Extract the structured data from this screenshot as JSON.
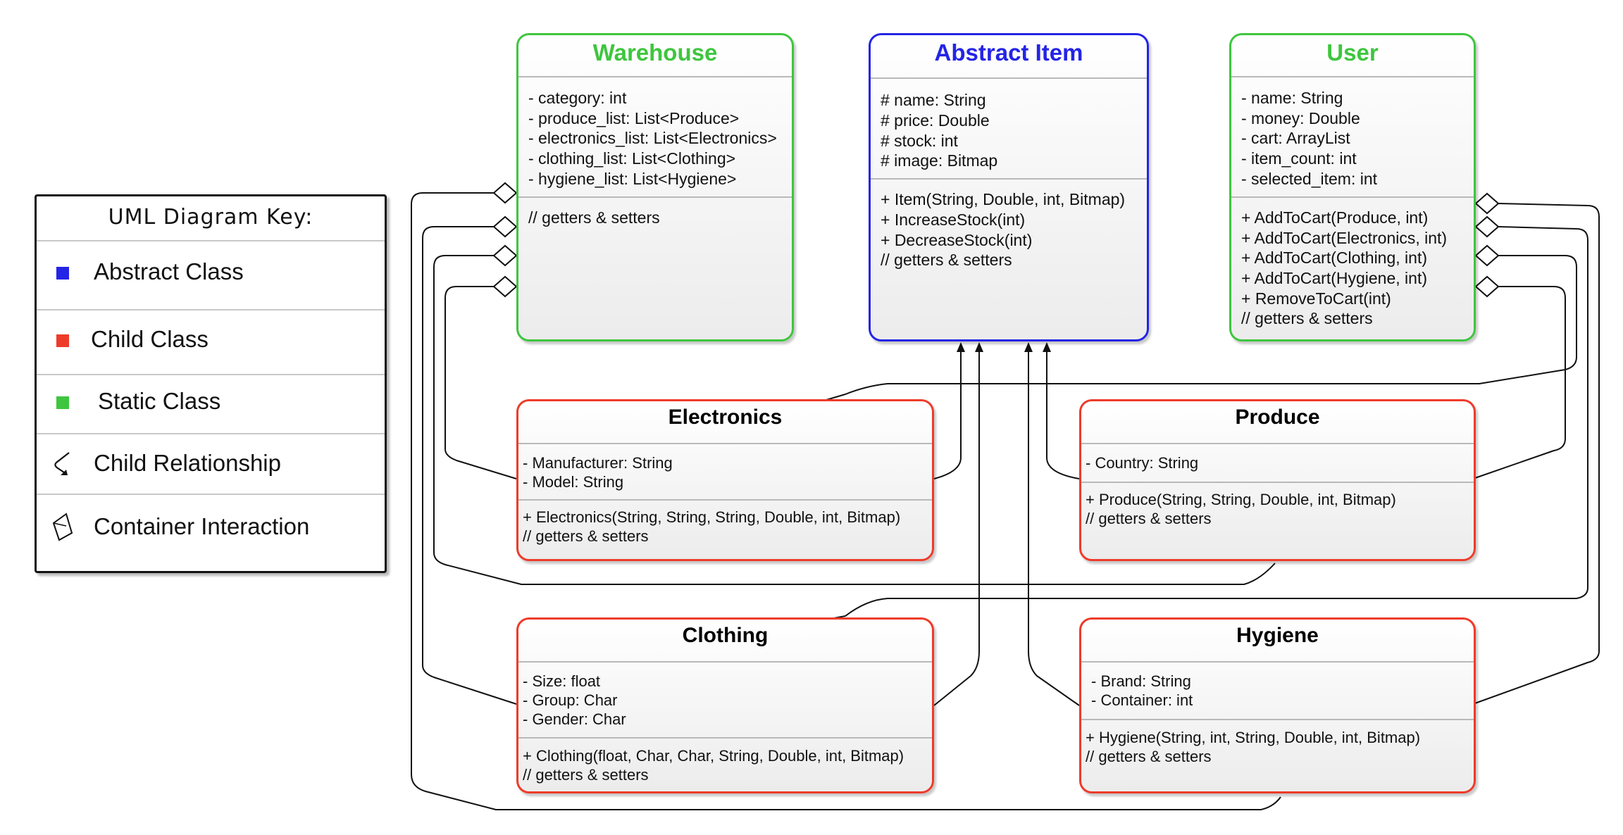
{
  "colors": {
    "static": "#3ec63e",
    "abstract": "#2424e6",
    "child": "#ee3b2a",
    "line": "#111111"
  },
  "classes": {
    "warehouse": {
      "title": "Warehouse",
      "attributes": [
        "- category: int",
        "- produce_list: List<Produce>",
        "- electronics_list: List<Electronics>",
        "- clothing_list: List<Clothing>",
        "- hygiene_list: List<Hygiene>"
      ],
      "methods": [
        "// getters & setters"
      ]
    },
    "abstract_item": {
      "title": "Abstract Item",
      "attributes": [
        "# name: String",
        "# price: Double",
        "# stock: int",
        "# image: Bitmap"
      ],
      "methods": [
        "+ Item(String, Double, int, Bitmap)",
        "+ IncreaseStock(int)",
        "+ DecreaseStock(int)",
        "// getters & setters"
      ]
    },
    "user": {
      "title": "User",
      "attributes": [
        "- name: String",
        "- money: Double",
        "- cart: ArrayList",
        "- item_count: int",
        "- selected_item: int"
      ],
      "methods": [
        "+ AddToCart(Produce, int)",
        "+ AddToCart(Electronics, int)",
        "+ AddToCart(Clothing, int)",
        "+ AddToCart(Hygiene, int)",
        "+ RemoveToCart(int)",
        "// getters & setters"
      ]
    },
    "electronics": {
      "title": "Electronics",
      "attributes": [
        "- Manufacturer: String",
        "- Model: String"
      ],
      "methods": [
        "+ Electronics(String, String, String, Double, int, Bitmap)",
        " // getters & setters"
      ]
    },
    "produce": {
      "title": "Produce",
      "attributes": [
        "- Country: String"
      ],
      "methods": [
        "+ Produce(String, String, Double, int, Bitmap)",
        "// getters & setters"
      ]
    },
    "clothing": {
      "title": "Clothing",
      "attributes": [
        "- Size: float",
        "- Group: Char",
        "- Gender: Char"
      ],
      "methods": [
        "+ Clothing(float, Char, Char, String, Double, int, Bitmap)",
        "// getters & setters"
      ]
    },
    "hygiene": {
      "title": "Hygiene",
      "attributes": [
        "- Brand: String",
        "- Container: int"
      ],
      "methods": [
        "+ Hygiene(String, int, String, Double, int, Bitmap)",
        "// getters & setters"
      ]
    }
  },
  "key": {
    "title": "UML Diagram Key:",
    "abstract_label": "Abstract Class",
    "child_label": "Child Class",
    "static_label": "Static Class",
    "child_rel_label": "Child Relationship",
    "container_label": "Container Interaction"
  }
}
